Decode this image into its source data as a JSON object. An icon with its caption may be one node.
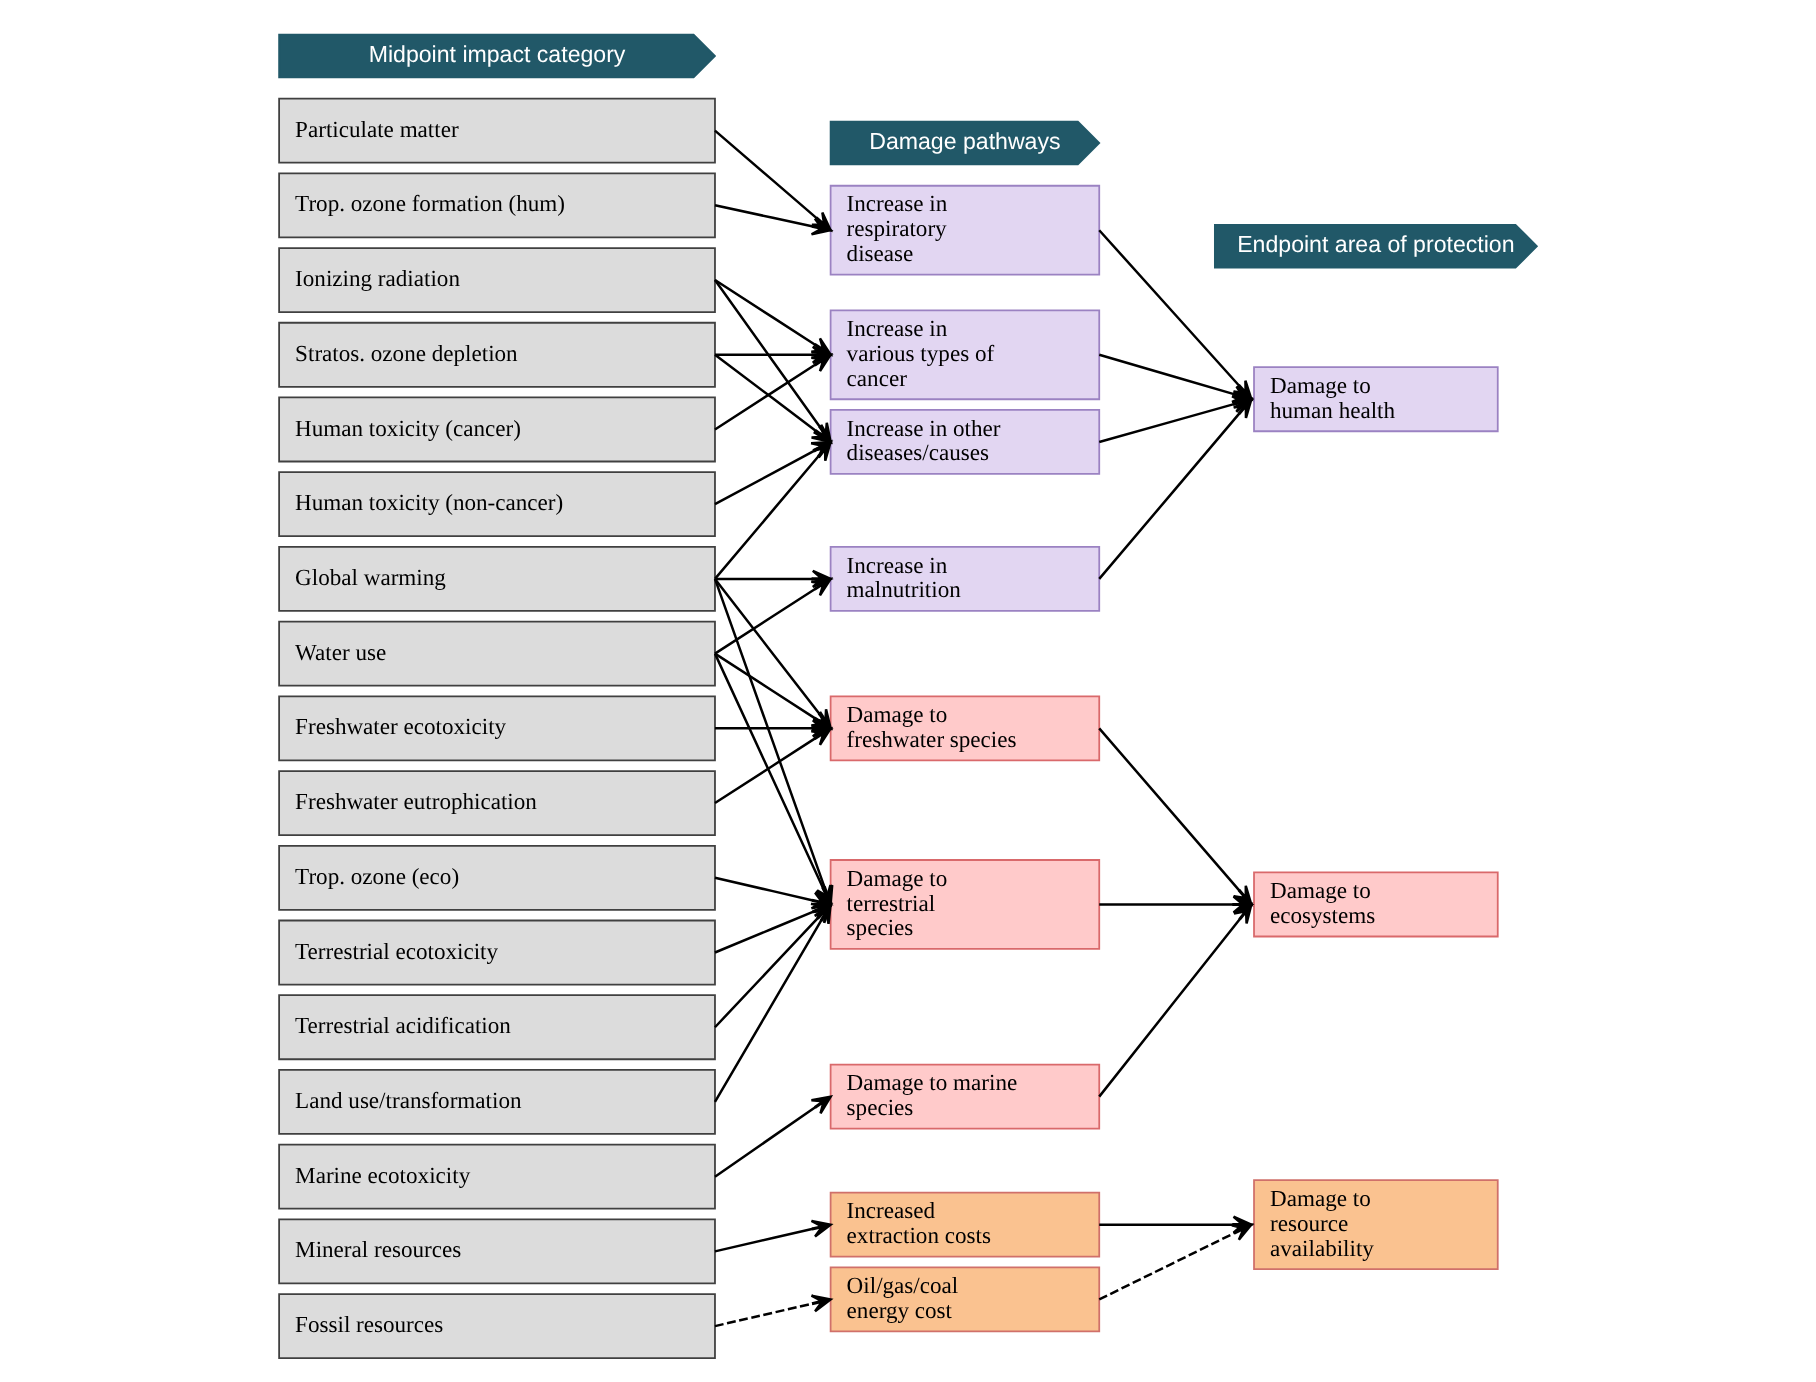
{
  "diagram": {
    "nodes": [
      {
        "text": [
          "Midpoint impact category"
        ]
      },
      {
        "text": [
          "Damage pathways"
        ]
      },
      {
        "text": [
          "Endpoint area of protection"
        ]
      },
      {
        "text": [
          "Particulate matter"
        ]
      },
      {
        "text": [
          "Trop. ozone formation (hum)"
        ]
      },
      {
        "text": [
          "Ionizing radiation"
        ]
      },
      {
        "text": [
          "Stratos. ozone depletion"
        ]
      },
      {
        "text": [
          "Human toxicity (cancer)"
        ]
      },
      {
        "text": [
          "Human toxicity (non-cancer)"
        ]
      },
      {
        "text": [
          "Global warming"
        ]
      },
      {
        "text": [
          "Water use"
        ]
      },
      {
        "text": [
          "Freshwater ecotoxicity"
        ]
      },
      {
        "text": [
          "Freshwater eutrophication"
        ]
      },
      {
        "text": [
          "Trop. ozone (eco)"
        ]
      },
      {
        "text": [
          "Terrestrial ecotoxicity"
        ]
      },
      {
        "text": [
          "Terrestrial acidification"
        ]
      },
      {
        "text": [
          "Land use/transformation"
        ]
      },
      {
        "text": [
          "Marine ecotoxicity"
        ]
      },
      {
        "text": [
          "Mineral resources"
        ]
      },
      {
        "text": [
          "Fossil resources"
        ]
      },
      {
        "text": [
          "Increase in respiratory disease"
        ]
      },
      {
        "text": [
          "Increase in various types of cancer"
        ]
      },
      {
        "text": [
          "Increase in other diseases/causes"
        ]
      },
      {
        "text": [
          "Increase in malnutrition"
        ]
      },
      {
        "text": [
          "Damage to freshwater species"
        ]
      },
      {
        "text": [
          "Damage to terrestrial species"
        ]
      },
      {
        "text": [
          "Damage to marine species"
        ]
      },
      {
        "text": [
          "Increased extraction costs"
        ]
      },
      {
        "text": [
          "Oil/gas/coal energy cost"
        ]
      },
      {
        "text": [
          "Damage to human health"
        ]
      },
      {
        "text": [
          "Damage to ecosystems"
        ]
      },
      {
        "text": [
          "Damage to resource availability"
        ]
      }
    ],
    "edges": [
      {
        "from": 3,
        "to": 20,
        "arrow": "to"
      },
      {
        "from": 4,
        "to": 20,
        "arrow": "to"
      },
      {
        "from": 5,
        "to": 21,
        "arrow": "to"
      },
      {
        "from": 5,
        "to": 22,
        "arrow": "to"
      },
      {
        "from": 6,
        "to": 21,
        "arrow": "to"
      },
      {
        "from": 6,
        "to": 22,
        "arrow": "to"
      },
      {
        "from": 7,
        "to": 21,
        "arrow": "to"
      },
      {
        "from": 8,
        "to": 22,
        "arrow": "to"
      },
      {
        "from": 9,
        "to": 22,
        "arrow": "to"
      },
      {
        "from": 9,
        "to": 23,
        "arrow": "to"
      },
      {
        "from": 9,
        "to": 24,
        "arrow": "to"
      },
      {
        "from": 9,
        "to": 25,
        "arrow": "to"
      },
      {
        "from": 10,
        "to": 23,
        "arrow": "to"
      },
      {
        "from": 10,
        "to": 24,
        "arrow": "to"
      },
      {
        "from": 10,
        "to": 25,
        "arrow": "to"
      },
      {
        "from": 11,
        "to": 24,
        "arrow": "to"
      },
      {
        "from": 12,
        "to": 24,
        "arrow": "to"
      },
      {
        "from": 13,
        "to": 25,
        "arrow": "to"
      },
      {
        "from": 14,
        "to": 25,
        "arrow": "to"
      },
      {
        "from": 15,
        "to": 25,
        "arrow": "to"
      },
      {
        "from": 16,
        "to": 25,
        "arrow": "to"
      },
      {
        "from": 17,
        "to": 26,
        "arrow": "to"
      },
      {
        "from": 18,
        "to": 27,
        "arrow": "to"
      },
      {
        "from": 19,
        "to": 28,
        "arrow": "to",
        "style": "dashed"
      },
      {
        "from": 20,
        "to": 29,
        "arrow": "to"
      },
      {
        "from": 21,
        "to": 29,
        "arrow": "to"
      },
      {
        "from": 22,
        "to": 29,
        "arrow": "to"
      },
      {
        "from": 23,
        "to": 29,
        "arrow": "to"
      },
      {
        "from": 24,
        "to": 30,
        "arrow": "to"
      },
      {
        "from": 25,
        "to": 30,
        "arrow": "to"
      },
      {
        "from": 26,
        "to": 30,
        "arrow": "to"
      },
      {
        "from": 27,
        "to": 31,
        "arrow": "to"
      },
      {
        "from": 28,
        "to": 31,
        "arrow": "to",
        "style": "dashed"
      }
    ]
  }
}
